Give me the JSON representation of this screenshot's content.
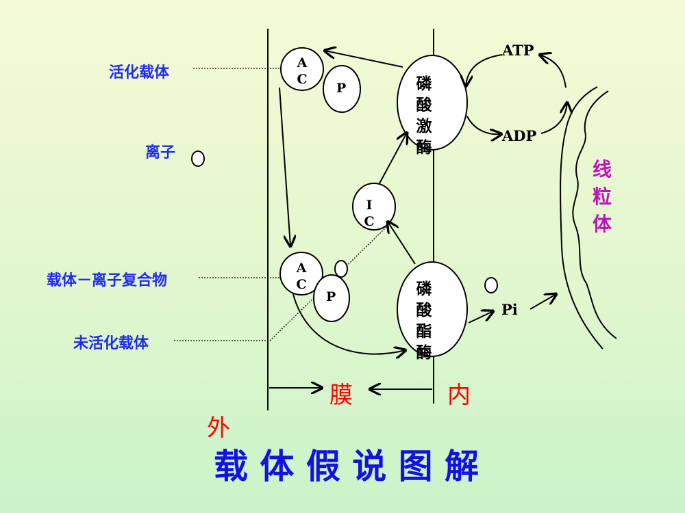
{
  "labels": {
    "activated_carrier": "活化载体",
    "ion": "离子",
    "carrier_ion_complex": "载体－离子复合物",
    "inactive_carrier": "未活化载体"
  },
  "molecules": {
    "ac_top": "A C",
    "p_top": "P",
    "ic": "I C",
    "ac_bottom": "A C",
    "p_bottom": "P",
    "atp": "ATP",
    "adp": "ADP",
    "pi": "Pi"
  },
  "enzymes": {
    "kinase": "磷酸激酶",
    "phosphatase": "磷酸酯酶"
  },
  "mitochondrion": "线粒体",
  "membrane": {
    "outside": "外",
    "membrane": "膜",
    "inside": "内"
  },
  "title": "载 体 假 说 图 解",
  "colors": {
    "label_blue": "#1f2cf0",
    "title_blue": "#1212e6",
    "membrane_red": "#ff0000",
    "mito_purple": "#c010c0"
  }
}
